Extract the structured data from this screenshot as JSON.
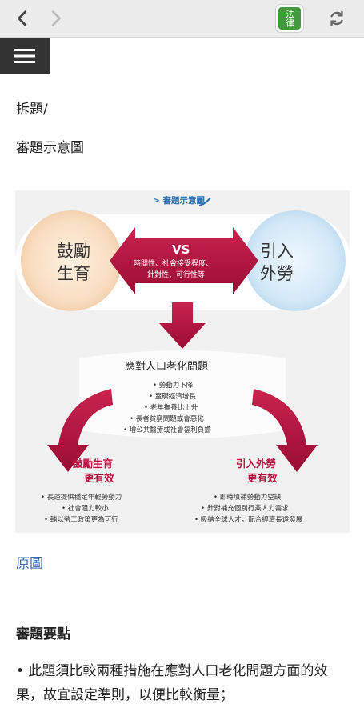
{
  "browser": {
    "logo_text": "法律",
    "icons": [
      "back-icon",
      "forward-icon",
      "refresh-icon",
      "menu-icon"
    ]
  },
  "content": {
    "line1": "拆題/",
    "line2": "審題示意圖",
    "link": "原圖",
    "section_title": "審題要點",
    "paragraph": "• 此題須比較兩種措施在應對人口老化問題方面的效果，故宜設定準則，以便比較衡量；"
  },
  "diagram": {
    "tag": "> 審題示意圖",
    "left_circle": [
      "鼓勵",
      "生育"
    ],
    "right_circle": [
      "引入",
      "外勞"
    ],
    "vs": "VS",
    "vs_criteria": [
      "時間性、社會接受程度、",
      "針對性、可行性等"
    ],
    "center_title": "應對人口老化問題",
    "center_points": [
      "• 勞動力下降",
      "• 窒礙經濟增長",
      "• 老年撫養比上升",
      "• 長者貧窮問題或會惡化",
      "• 增公共醫療或社會福利負擔"
    ],
    "left_result": [
      "鼓勵生育",
      "更有效"
    ],
    "left_points": [
      "• 長遠提供穩定年輕勞動力",
      "• 社會阻力較小",
      "• 輔以勞工政策更為可行"
    ],
    "right_result": [
      "引入外勞",
      "更有效"
    ],
    "right_points": [
      "• 即時填補勞動力空缺",
      "• 針對補充個別行業人力需求",
      "• 吸納全球人才，配合經濟長遠發展"
    ],
    "colors": {
      "crimson": "#b8123f",
      "left_circle": "#fbe6cf",
      "right_circle": "#d9ecf8",
      "bg": "#f1f1f1"
    }
  }
}
